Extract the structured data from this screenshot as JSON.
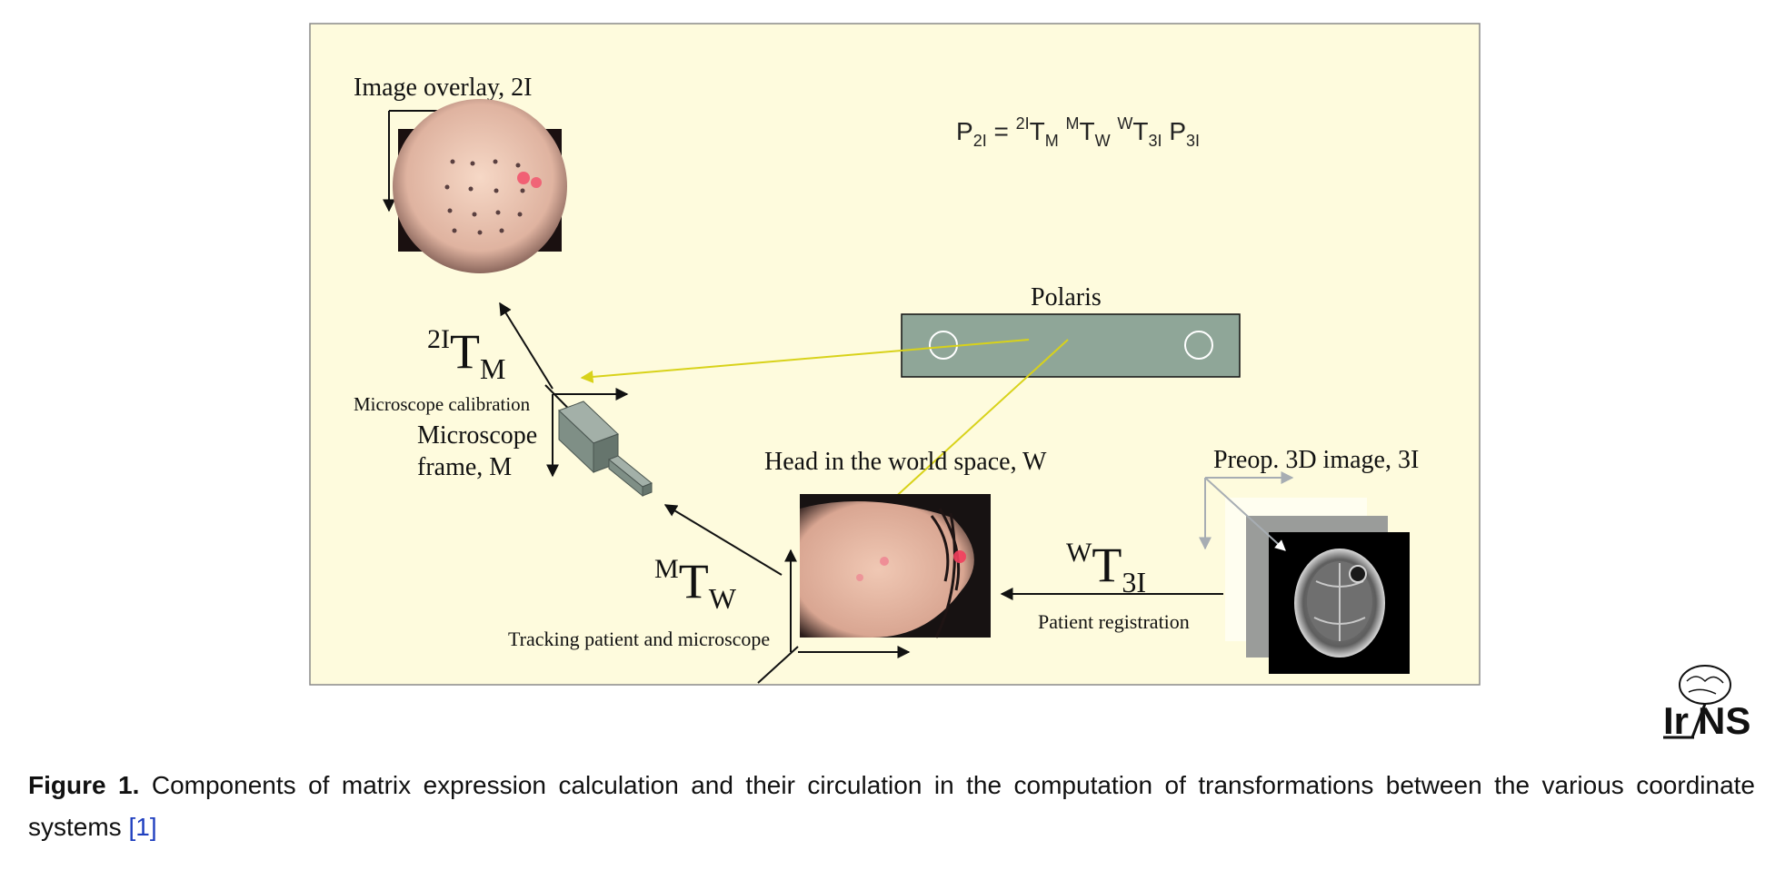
{
  "diagram": {
    "image_overlay_label": "Image overlay, 2I",
    "equation": {
      "p1": "P",
      "p1_sub": "2I",
      "eq": " = ",
      "t1_sup": "2I",
      "t1": "T",
      "t1_sub": "M",
      "t2_sup": "M",
      "t2": "T",
      "t2_sub": "W",
      "t3_sup": "W",
      "t3": "T",
      "t3_sub": "3I",
      "p2": "P",
      "p2_sub": "3I"
    },
    "polaris_label": "Polaris",
    "t_2i_m": {
      "sup": "2I",
      "base": "T",
      "sub": "M"
    },
    "microscope_calibration_label": "Microscope calibration",
    "microscope_frame_line1": "Microscope",
    "microscope_frame_line2": "frame, M",
    "head_world_label": "Head in the world space, W",
    "preop_label": "Preop. 3D image, 3I",
    "t_m_w": {
      "sup": "M",
      "base": "T",
      "sub": "W"
    },
    "t_w_3i": {
      "sup": "W",
      "base": "T",
      "sub": "3I"
    },
    "patient_registration_label": "Patient registration",
    "tracking_label": "Tracking patient and microscope",
    "logo_text": "NS",
    "colors": {
      "panel_bg": "#fefbdd",
      "polaris_bar": "#8fa698",
      "yellow_ray": "#d8d21a"
    }
  },
  "caption": {
    "label": "Figure 1.",
    "text": " Components of matrix expression calculation and their circulation in the computation of transformations between the various coordinate systems ",
    "ref": "[1]"
  }
}
